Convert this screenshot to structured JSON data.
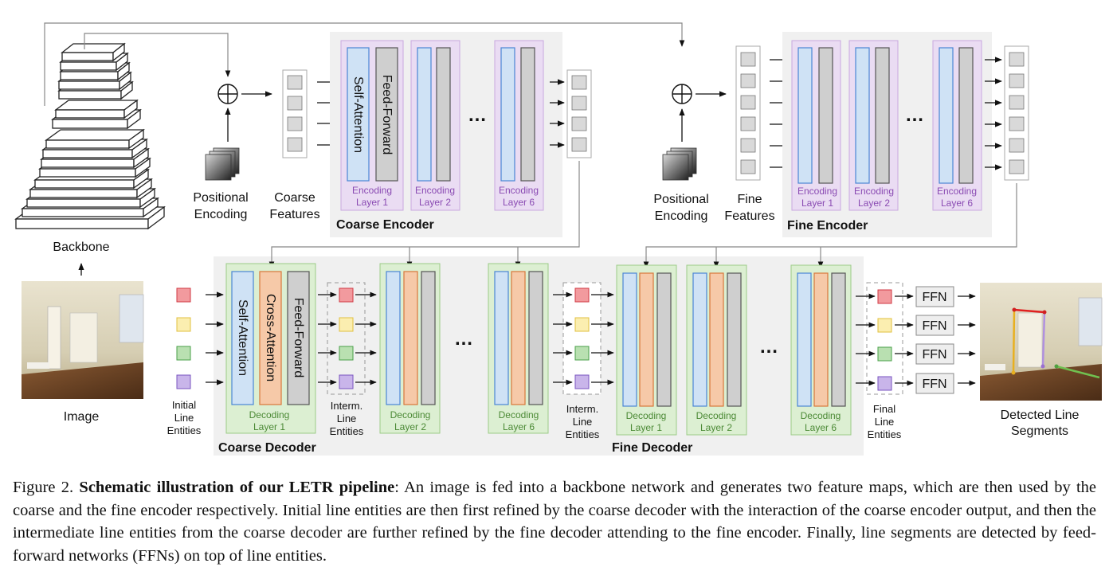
{
  "figure": {
    "backbone_label": "Backbone",
    "image_label": "Image",
    "positional_encoding_label_1": "Positional",
    "positional_encoding_label_2": "Encoding",
    "coarse_features_label_1": "Coarse",
    "coarse_features_label_2": "Features",
    "fine_features_label_1": "Fine",
    "fine_features_label_2": "Features",
    "coarse_encoder_title": "Coarse Encoder",
    "fine_encoder_title": "Fine Encoder",
    "coarse_decoder_title": "Coarse Decoder",
    "fine_decoder_title": "Fine Decoder",
    "self_attention": "Self-Attention",
    "cross_attention": "Cross-Attention",
    "feed_forward": "Feed-Forward",
    "encoding_word": "Encoding",
    "decoding_word": "Decoding",
    "layer_1": "Layer 1",
    "layer_2": "Layer 2",
    "layer_6": "Layer 6",
    "ellipsis": "…",
    "initial_line_1": "Initial",
    "initial_line_2": "Line",
    "initial_line_3": "Entities",
    "interm_1": "Interm.",
    "interm_2": "Line",
    "interm_3": "Entities",
    "final_1": "Final",
    "final_2": "Line",
    "final_3": "Entities",
    "ffn": "FFN",
    "detected_1": "Detected Line",
    "detected_2": "Segments",
    "plus_symbol": "⊕",
    "colors": {
      "encoder_bg": "#f0f0f0",
      "layer_purple": "#eadcf3",
      "layer_green": "#dcefd2",
      "self_attention_blue": "#cfe2f5",
      "cross_attention_orange": "#f6c9a8",
      "feed_forward_gray": "#cfcfcf",
      "entity_red": "#f29a9e",
      "entity_yellow": "#fbeeb0",
      "entity_green": "#b9e0b1",
      "entity_purple": "#c9b5ea"
    }
  },
  "caption": {
    "prefix": "Figure 2. ",
    "title": "Schematic illustration of our LETR pipeline",
    "body": ": An image is fed into a backbone network and generates two feature maps, which are then used by the coarse and the fine encoder respectively. Initial line entities are then first refined by the coarse decoder with the interaction of the coarse encoder output, and then the intermediate line entities from the coarse decoder are further refined by the fine decoder attending to the fine encoder. Finally, line segments are detected by feed-forward networks (FFNs) on top of line entities."
  }
}
